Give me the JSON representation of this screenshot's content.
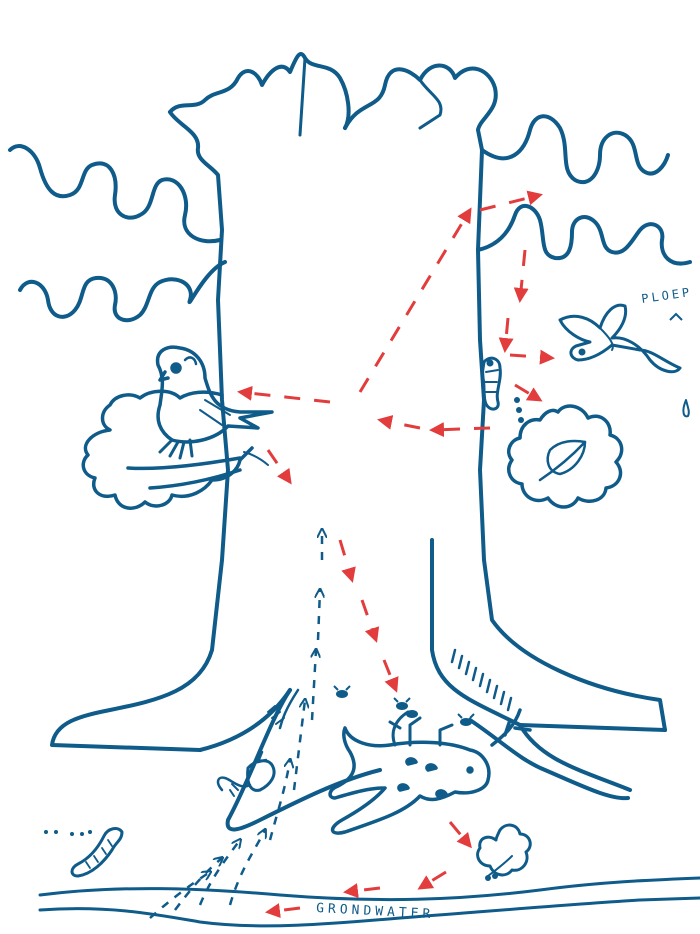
{
  "colors": {
    "ink": "#0f5b8a",
    "arrow": "#e23c3c",
    "background": "#ffffff"
  },
  "labels": {
    "sound_word": "PLOEP",
    "groundwater": "GRONDWATER"
  },
  "icons": [
    "tree-drawing",
    "owl-icon",
    "bird-icon",
    "caterpillar-icon",
    "leaf-icon",
    "mouse-icon",
    "worm-icon",
    "deer-icon",
    "fly-icon",
    "dung-icon",
    "nutrient-cycle-arrow"
  ]
}
